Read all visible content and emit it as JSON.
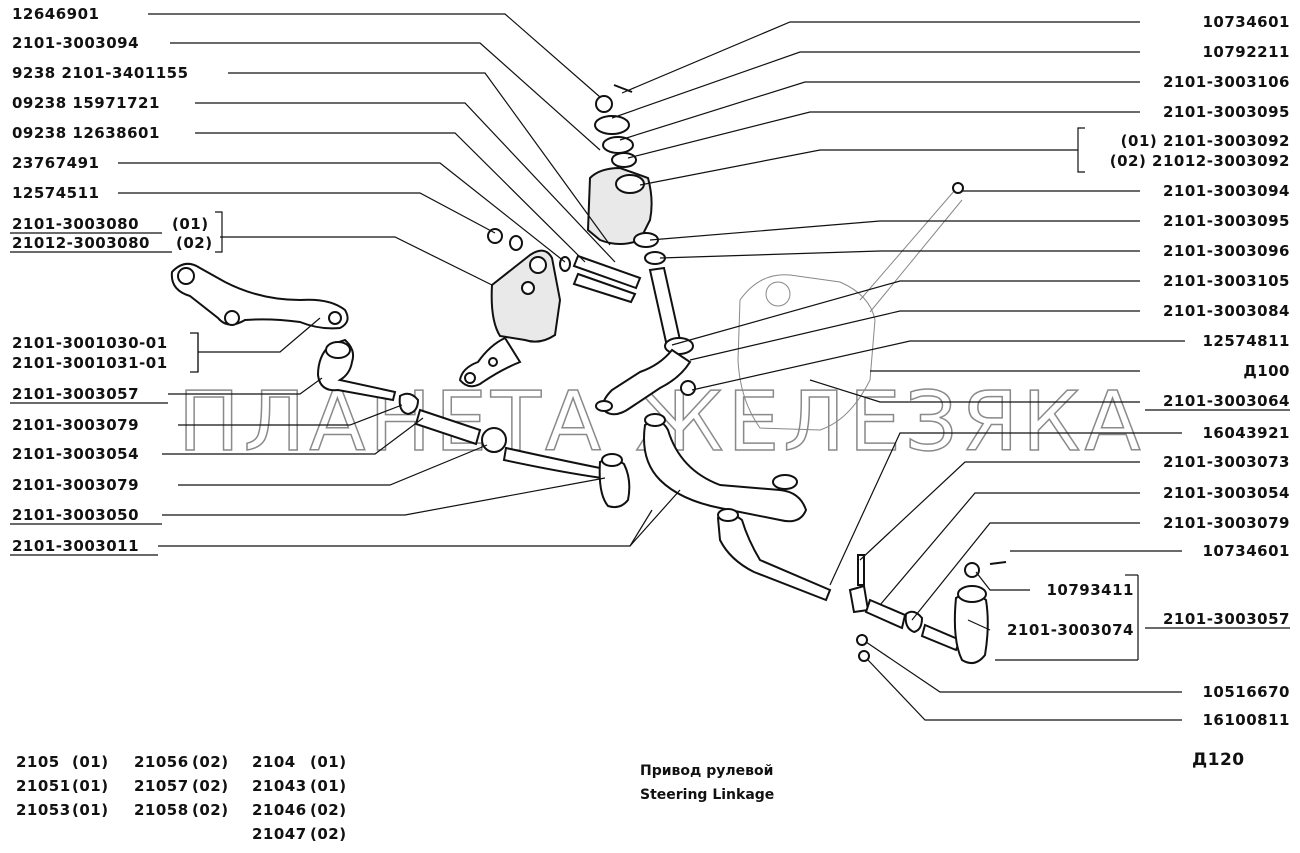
{
  "left_labels": [
    "12646901",
    "2101-3003094",
    "9238  2101-3401155",
    "09238  15971721",
    "09238  12638601",
    "23767491",
    "12574511",
    "2101-3003080",
    "(01)",
    "21012-3003080",
    "(02)",
    "2101-3001030-01",
    "2101-3001031-01",
    "2101-3003057",
    "2101-3003079",
    "2101-3003054",
    "2101-3003079",
    "2101-3003050",
    "2101-3003011"
  ],
  "right_labels": [
    "10734601",
    "10792211",
    "2101-3003106",
    "2101-3003095",
    "(01)  2101-3003092",
    "(02) 21012-3003092",
    "2101-3003094",
    "2101-3003095",
    "2101-3003096",
    "2101-3003105",
    "2101-3003084",
    "12574811",
    "Д100",
    "2101-3003064",
    "16043921",
    "2101-3003073",
    "2101-3003054",
    "2101-3003079",
    "10734601",
    "10793411",
    "2101-3003074",
    "2101-3003057",
    "10516670",
    "16100811"
  ],
  "models": [
    [
      "2105",
      "(01)"
    ],
    [
      "21051",
      "(01)"
    ],
    [
      "21053",
      "(01)"
    ],
    [
      "21056",
      "(02)"
    ],
    [
      "21057",
      "(02)"
    ],
    [
      "21058",
      "(02)"
    ],
    [
      "2104",
      "(01)"
    ],
    [
      "21043",
      "(01)"
    ],
    [
      "21046",
      "(02)"
    ],
    [
      "21047",
      "(02)"
    ]
  ],
  "caption": {
    "ru": "Привод рулевой",
    "en": "Steering Linkage"
  },
  "page_code": "Д120",
  "watermark": "ПЛАНЕТА ЖЕЛЕЗЯКА"
}
